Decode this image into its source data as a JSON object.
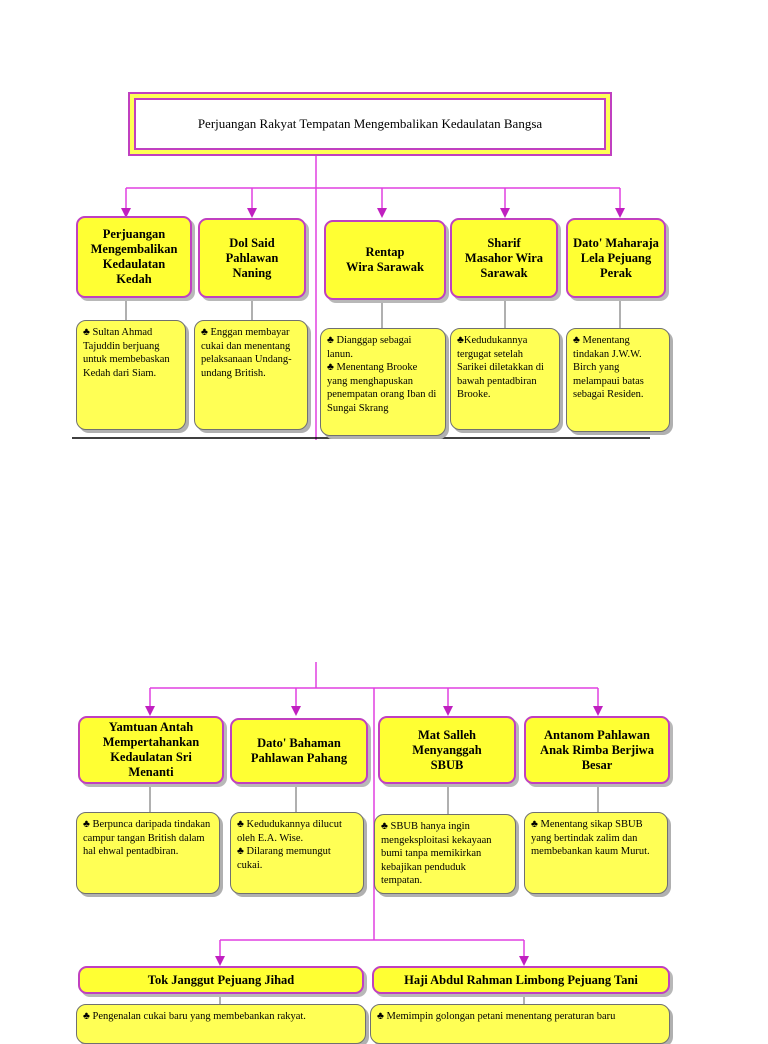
{
  "colors": {
    "box_fill": "#ffff33",
    "box_border": "#c040c0",
    "line": "#e040e0",
    "arrow": "#c020c0"
  },
  "diagram1": {
    "title": "Perjuangan Rakyat Tempatan Mengembalikan Kedaulatan Bangsa",
    "nodes": [
      {
        "label": "Perjuangan\nMengembalikan\nKedaulatan\nKedah",
        "desc": [
          "♣ Sultan Ahmad Tajuddin berjuang untuk membebaskan Kedah dari Siam."
        ]
      },
      {
        "label": "Dol Said\nPahlawan\nNaning",
        "desc": [
          "♣ Enggan membayar cukai dan menentang pelaksanaan Undang-undang British."
        ]
      },
      {
        "label": "Rentap\nWira Sarawak",
        "desc": [
          "♣ Dianggap sebagai lanun.",
          "♣ Menentang Brooke yang menghapuskan penempatan orang Iban di Sungai Skrang"
        ]
      },
      {
        "label": "Sharif\nMasahor Wira\nSarawak",
        "desc": [
          "♣Kedudukannya tergugat setelah Sarikei diletakkan di bawah pentadbiran Brooke."
        ]
      },
      {
        "label": "Dato' Maharaja\nLela Pejuang\nPerak",
        "desc": [
          "♣ Menentang tindakan J.W.W. Birch yang melampaui batas sebagai Residen."
        ]
      }
    ]
  },
  "diagram2": {
    "nodes": [
      {
        "label": "Yamtuan Antah\nMempertahankan\nKedaulatan Sri\nMenanti",
        "desc": [
          "♣ Berpunca daripada tindakan campur tangan British dalam hal ehwal pentadbiran."
        ]
      },
      {
        "label": "Dato' Bahaman\nPahlawan Pahang",
        "desc": [
          "♣ Kedudukannya dilucut oleh E.A. Wise.",
          "♣ Dilarang memungut cukai."
        ]
      },
      {
        "label": "Mat Salleh\nMenyanggah\nSBUB",
        "desc": [
          "♣ SBUB hanya ingin mengeksploitasi kekayaan bumi tanpa memikirkan kebajikan penduduk tempatan."
        ]
      },
      {
        "label": "Antanom Pahlawan\nAnak Rimba Berjiwa\nBesar",
        "desc": [
          "♣ Menentang sikap SBUB yang bertindak zalim dan membebankan kaum Murut."
        ]
      }
    ],
    "bottom_nodes": [
      {
        "label": "Tok Janggut Pejuang Jihad",
        "desc": [
          "♣ Pengenalan cukai baru yang membebankan rakyat."
        ]
      },
      {
        "label": "Haji Abdul Rahman Limbong Pejuang Tani",
        "desc": [
          "♣ Memimpin golongan petani menentang peraturan baru"
        ]
      }
    ]
  }
}
